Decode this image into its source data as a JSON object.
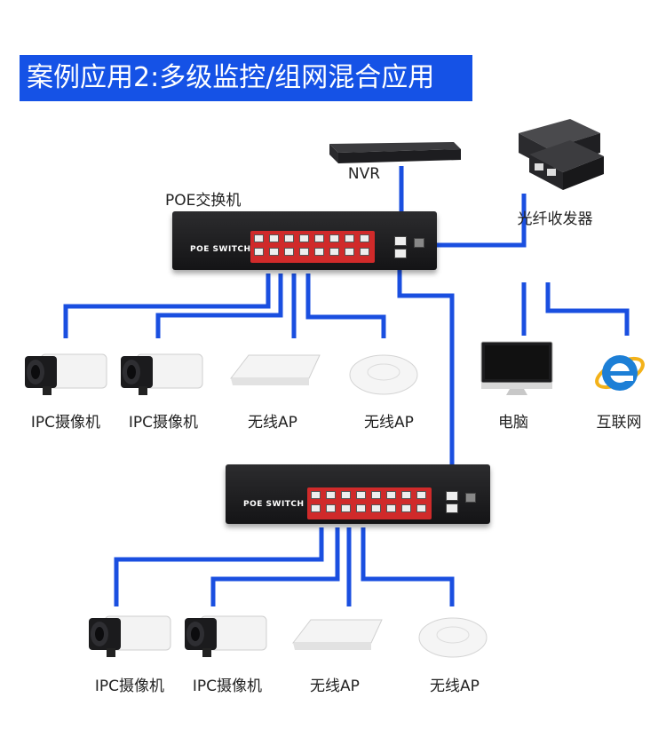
{
  "title": "案例应用2:多级监控/组网混合应用",
  "switch_label": "POE SWITCH",
  "colors": {
    "title_bg": "#1552e6",
    "wire": "#1a4fe0",
    "switch_body": "#1c1c1e",
    "port_block": "#d02a2a"
  },
  "labels": {
    "nvr": "NVR",
    "poe_switch": "POE交换机",
    "fiber_transceiver": "光纤收发器",
    "ipc1": "IPC摄像机",
    "ipc2": "IPC摄像机",
    "ap1": "无线AP",
    "ap2": "无线AP",
    "computer": "电脑",
    "internet": "互联网",
    "ipc3": "IPC摄像机",
    "ipc4": "IPC摄像机",
    "ap3": "无线AP",
    "ap4": "无线AP"
  }
}
